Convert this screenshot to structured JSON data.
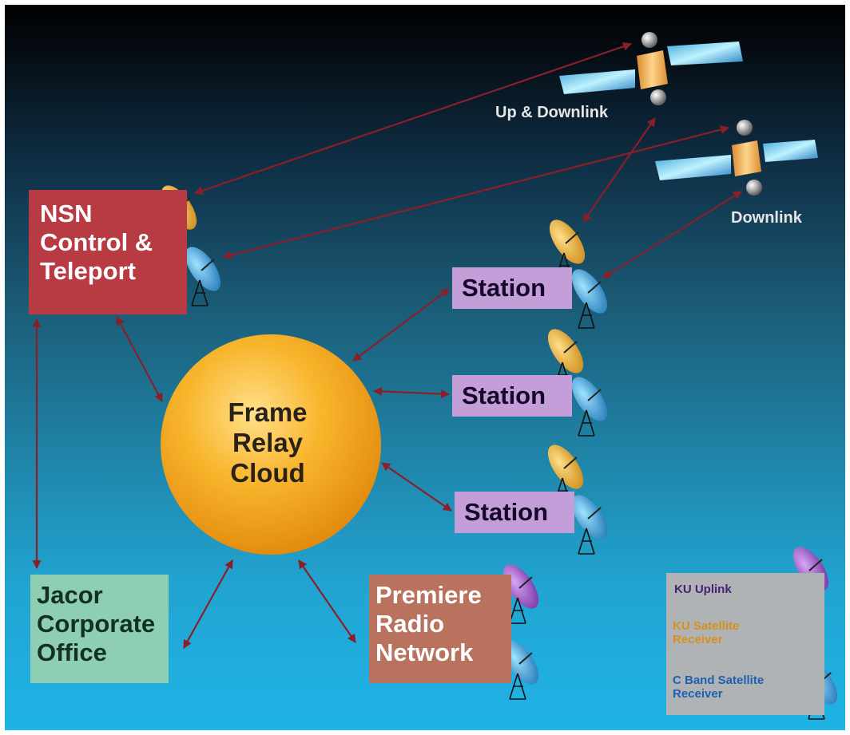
{
  "nodes": {
    "nsn": {
      "lines": [
        "NSN",
        "Control &",
        "Teleport"
      ]
    },
    "cloud": {
      "lines": [
        "Frame",
        "Relay",
        "Cloud"
      ]
    },
    "jacor": {
      "lines": [
        "Jacor",
        "Corporate",
        "Office"
      ]
    },
    "premiere": {
      "lines": [
        "Premiere",
        "Radio",
        "Network"
      ]
    },
    "stations": [
      "Station",
      "Station",
      "Station"
    ]
  },
  "satellites": {
    "uplink_label": "Up & Downlink",
    "downlink_label": "Downlink"
  },
  "legend": {
    "ku_uplink": "KU Uplink",
    "ku_receiver": [
      "KU Satellite",
      "Receiver"
    ],
    "c_band_receiver": [
      "C Band Satellite",
      "Receiver"
    ]
  },
  "colors": {
    "nsn_box": "#b83a43",
    "station_box": "#c49ed8",
    "jacor_box": "#8ecfb4",
    "premiere_box": "#b8725d",
    "legend_box": "#b0b3b5",
    "cloud": "#f5a012",
    "link_arrow": "#8a1f2a",
    "ku_uplink_dish": "#8a3fb5",
    "ku_receiver_dish": "#e3a21a",
    "c_band_dish": "#2b8fd0"
  }
}
